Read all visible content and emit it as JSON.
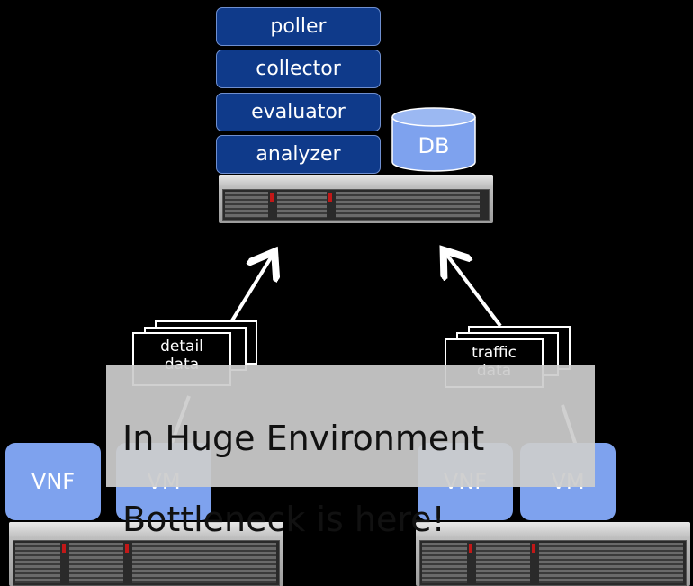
{
  "central": {
    "layers": [
      "poller",
      "collector",
      "evaluator",
      "analyzer"
    ],
    "db_label": "DB"
  },
  "left_host": {
    "data_label_line1": "detail",
    "data_label_line2": "data",
    "vnf_label": "VNF",
    "vm_label": "VM"
  },
  "right_host": {
    "data_label_line1": "traffic",
    "data_label_line2": "data",
    "vnf_label": "VNF",
    "vm_label": "VM"
  },
  "banner": {
    "line1": "In Huge Environment",
    "line2": "Bottleneck is here!"
  },
  "colors": {
    "layer_box": "#0f3a8a",
    "db": "#7ea2ee",
    "vnf_vm": "#7ea2ee",
    "banner": "#cccccc",
    "background": "#000000"
  }
}
